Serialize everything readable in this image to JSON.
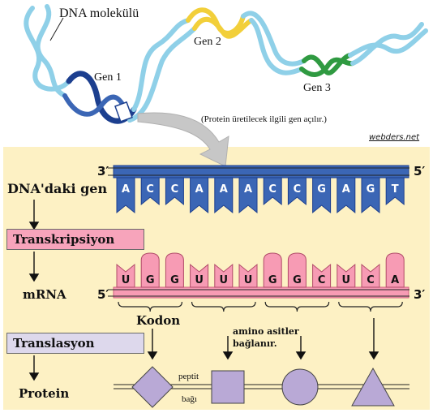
{
  "top": {
    "dna_molecule_label": "DNA molekülü",
    "gene1_label": "Gen 1",
    "gene2_label": "Gen 2",
    "gene3_label": "Gen 3",
    "note": "(Protein üretilecek ilgili gen açılır.)",
    "watermark": "webders.net"
  },
  "panel": {
    "dna_gene_label": "DNA'daki gen",
    "transcription_label": "Transkripsiyon",
    "mrna_label": "mRNA",
    "translation_label": "Translasyon",
    "protein_label": "Protein",
    "dna_prime_left": "3′",
    "dna_prime_right": "5′",
    "mrna_prime_left": "5′",
    "mrna_prime_right": "3′",
    "dna_bases": [
      "A",
      "C",
      "C",
      "A",
      "A",
      "A",
      "C",
      "C",
      "G",
      "A",
      "G",
      "T"
    ],
    "mrna_bases": [
      "U",
      "G",
      "G",
      "U",
      "U",
      "U",
      "G",
      "G",
      "C",
      "U",
      "C",
      "A"
    ],
    "codon_label": "Kodon",
    "amino_note_line1": "amino asitler",
    "amino_note_line2": "bağlanır.",
    "peptide_line1": "peptit",
    "peptide_line2": "bağı",
    "amino_acid_shapes": [
      "diamond-shape",
      "square-shape",
      "circle-shape",
      "triangle-shape"
    ]
  },
  "colors": {
    "panel_bg": "#fdf1c4",
    "dna_blue": "#3b66b5",
    "dna_dark": "#1c3f8f",
    "mrna_pink": "#f79bb4",
    "transcription_box": "#f7a4bb",
    "translation_box": "#ddd8ec",
    "shape_fill": "#b9a9d6",
    "gene_yellow": "#f2cf3a",
    "gene_green": "#2f9a41",
    "light_blue": "#8fd0e8"
  }
}
